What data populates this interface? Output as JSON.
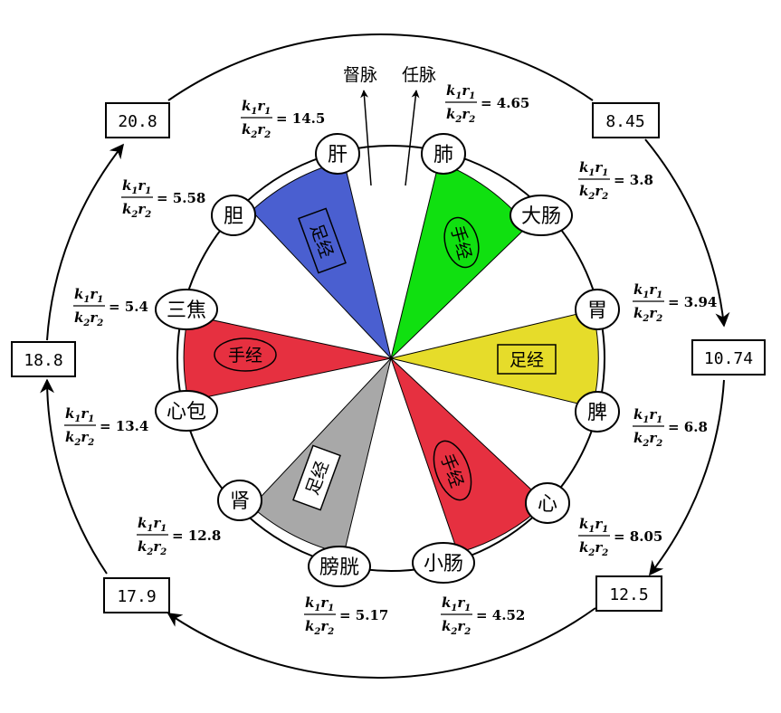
{
  "meridian_labels": {
    "du": "督脉",
    "ren": "任脉"
  },
  "organs": {
    "gan": "肝",
    "fei": "肺",
    "dachang": "大肠",
    "wei": "胃",
    "pi": "脾",
    "xin": "心",
    "xiaochang": "小肠",
    "pangguang": "膀胱",
    "shen": "肾",
    "xinbao": "心包",
    "sanjiao": "三焦",
    "dan": "胆"
  },
  "sectors": {
    "green": {
      "label": "手经",
      "color": "#10e010"
    },
    "yellow": {
      "label": "足经",
      "color": "#e6dc2a"
    },
    "red_lower": {
      "label": "手经",
      "color": "#e63040"
    },
    "gray": {
      "label": "足经",
      "color": "#a8a8a8"
    },
    "red_left": {
      "label": "手经",
      "color": "#e63040"
    },
    "blue": {
      "label": "足经",
      "color": "#4a5fd0"
    }
  },
  "ratio_formula": {
    "num_k": "k",
    "num_k_sub": "1",
    "num_r": "r",
    "num_r_sub": "1",
    "den_k": "k",
    "den_k_sub": "2",
    "den_r": "r",
    "den_r_sub": "2",
    "equals": "="
  },
  "ratios": {
    "fei": "4.65",
    "dachang": "3.8",
    "wei": "3.94",
    "pi": "6.8",
    "xin": "8.05",
    "xiaochang": "4.52",
    "pangguang": "5.17",
    "shen": "12.8",
    "xinbao": "13.4",
    "sanjiao": "5.4",
    "dan": "5.58",
    "gan": "14.5"
  },
  "outer_boxes": {
    "top_left": "20.8",
    "top_right": "8.45",
    "right": "10.74",
    "bottom_right": "12.5",
    "bottom_left": "17.9",
    "left": "18.8"
  }
}
